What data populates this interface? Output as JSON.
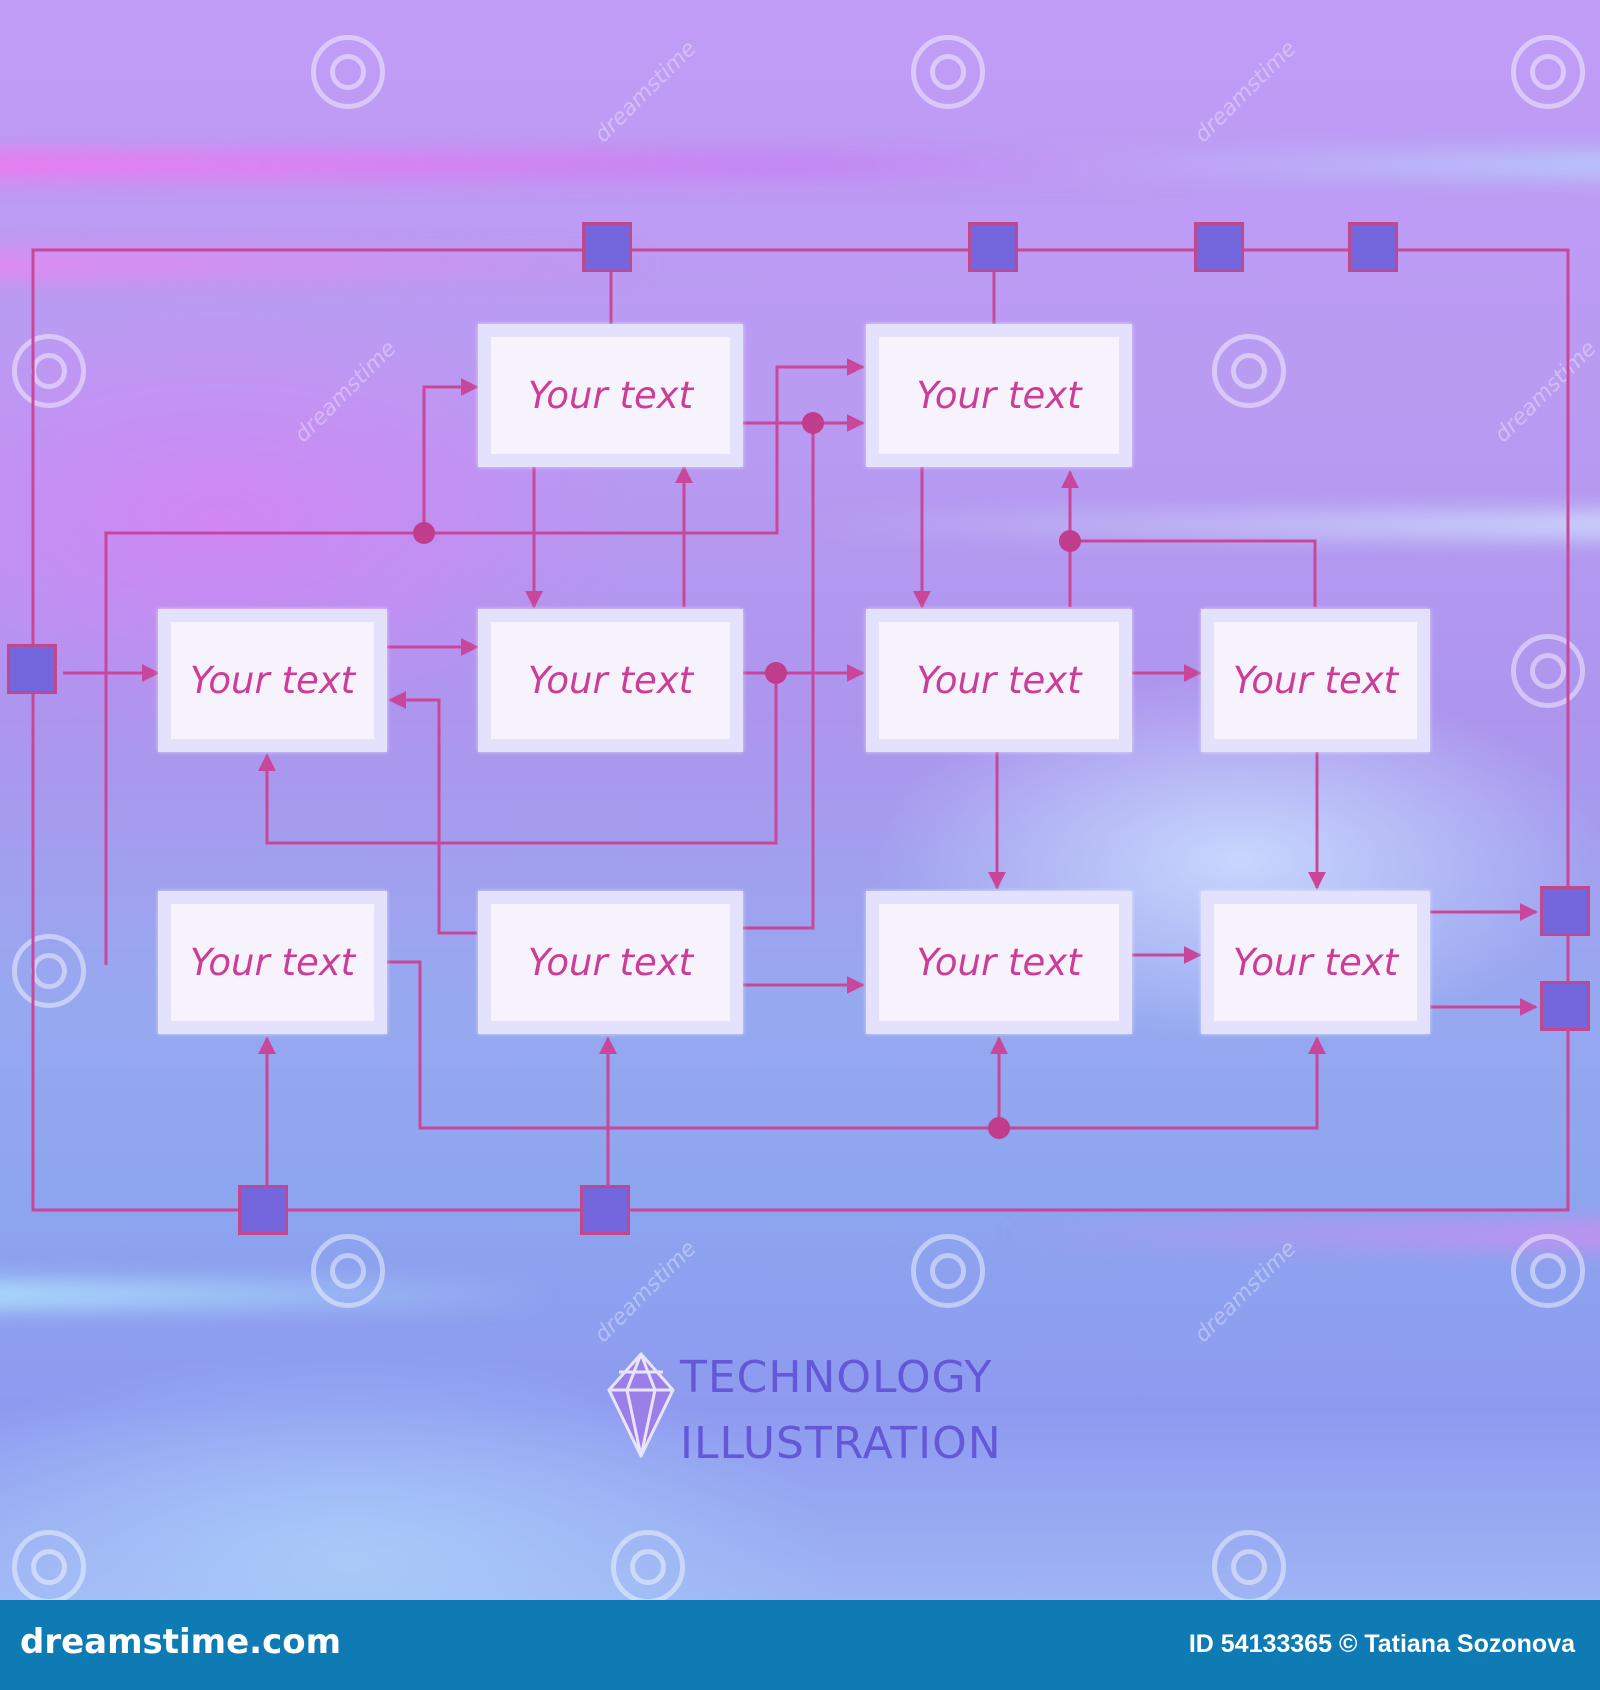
{
  "boxes": [
    {
      "label": "Your text"
    },
    {
      "label": "Your text"
    },
    {
      "label": "Your text"
    },
    {
      "label": "Your text"
    },
    {
      "label": "Your text"
    },
    {
      "label": "Your text"
    },
    {
      "label": "Your text"
    },
    {
      "label": "Your text"
    },
    {
      "label": "Your text"
    },
    {
      "label": "Your text"
    }
  ],
  "caption": {
    "line1": "TECHNOLOGY",
    "line2": "ILLUSTRATION"
  },
  "watermark": {
    "text": "dreamstime"
  },
  "footer": {
    "site": "dreamstime.com",
    "credit": "ID 54133365 © Tatiana Sozonova"
  },
  "colors": {
    "connector": "#c8479a",
    "node_fill": "#7466dd",
    "box_text": "#cc3d97",
    "caption": "#6558d8",
    "footer_bg": "#0e7bb4"
  }
}
